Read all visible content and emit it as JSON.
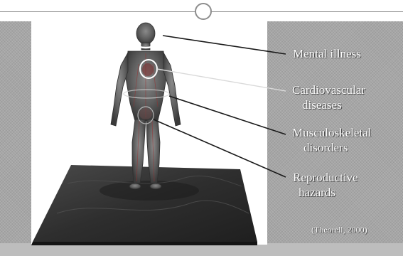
{
  "labels": {
    "mental": "Mental illness",
    "cardio_line1": "Cardiovascular",
    "cardio_line2": "diseases",
    "musculo_line1": "Musculoskeletal",
    "musculo_line2": "disorders",
    "repro_line1": "Reproductive",
    "repro_line2": "hazards"
  },
  "citation": "(Theorell, 2000)",
  "colors": {
    "background": "#a6a6a6",
    "leader_dark": "#1a1a1a",
    "leader_light": "#d9d9d9",
    "body": "#5a5a5a",
    "platform": "#353535"
  }
}
